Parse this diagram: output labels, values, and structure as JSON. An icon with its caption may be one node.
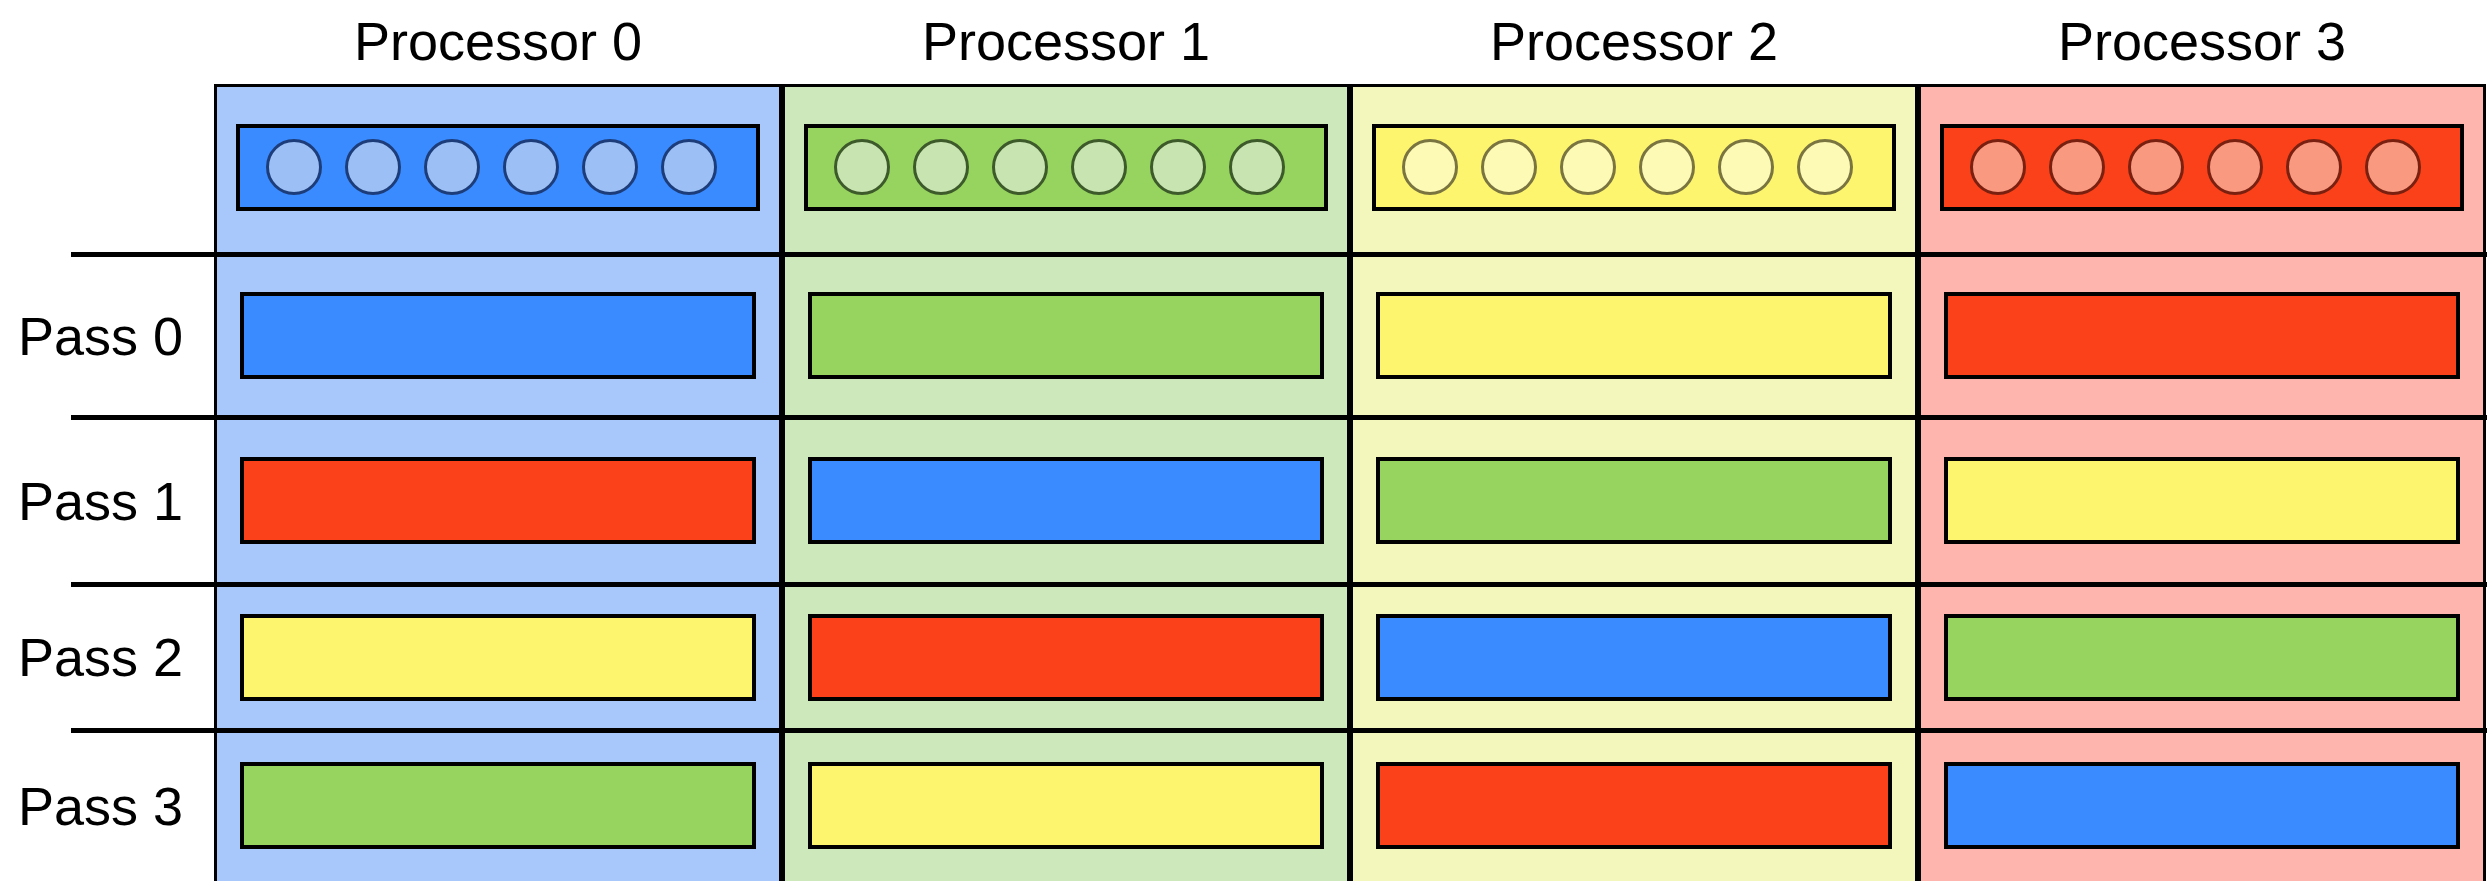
{
  "diagram": {
    "nodes": [
      {
        "text": [
          "Processor 0"
        ]
      },
      {
        "text": [
          "Processor 1"
        ]
      },
      {
        "text": [
          "Processor 2"
        ]
      },
      {
        "text": [
          "Processor 3"
        ]
      },
      {
        "text": [],
        "shape": "box",
        "in": 0
      },
      {
        "text": [],
        "shape": "box",
        "in": 1
      },
      {
        "text": [],
        "shape": "box",
        "in": 2
      },
      {
        "text": [],
        "shape": "box",
        "in": 3
      },
      {
        "text": [],
        "shape": "bar",
        "in": 0
      },
      {
        "text": [],
        "shape": "bar",
        "in": 1
      },
      {
        "text": [],
        "shape": "bar",
        "in": 2
      },
      {
        "text": [],
        "shape": "bar",
        "in": 3
      },
      {
        "text": [],
        "shape": "bar",
        "in": 0
      },
      {
        "text": [],
        "shape": "bar",
        "in": 1
      },
      {
        "text": [],
        "shape": "bar",
        "in": 2
      },
      {
        "text": [],
        "shape": "bar",
        "in": 3
      },
      {
        "text": [],
        "shape": "bar",
        "in": 0
      },
      {
        "text": [],
        "shape": "bar",
        "in": 1
      },
      {
        "text": [],
        "shape": "bar",
        "in": 2
      },
      {
        "text": [],
        "shape": "bar",
        "in": 3
      },
      {
        "text": [],
        "shape": "bar",
        "in": 0
      },
      {
        "text": [],
        "shape": "bar",
        "in": 1
      },
      {
        "text": [],
        "shape": "bar",
        "in": 2
      },
      {
        "text": [],
        "shape": "bar",
        "in": 3
      }
    ],
    "edges": [],
    "labels": [
      "Pass 0",
      "Pass 1",
      "Pass 2",
      "Pass 3"
    ]
  }
}
